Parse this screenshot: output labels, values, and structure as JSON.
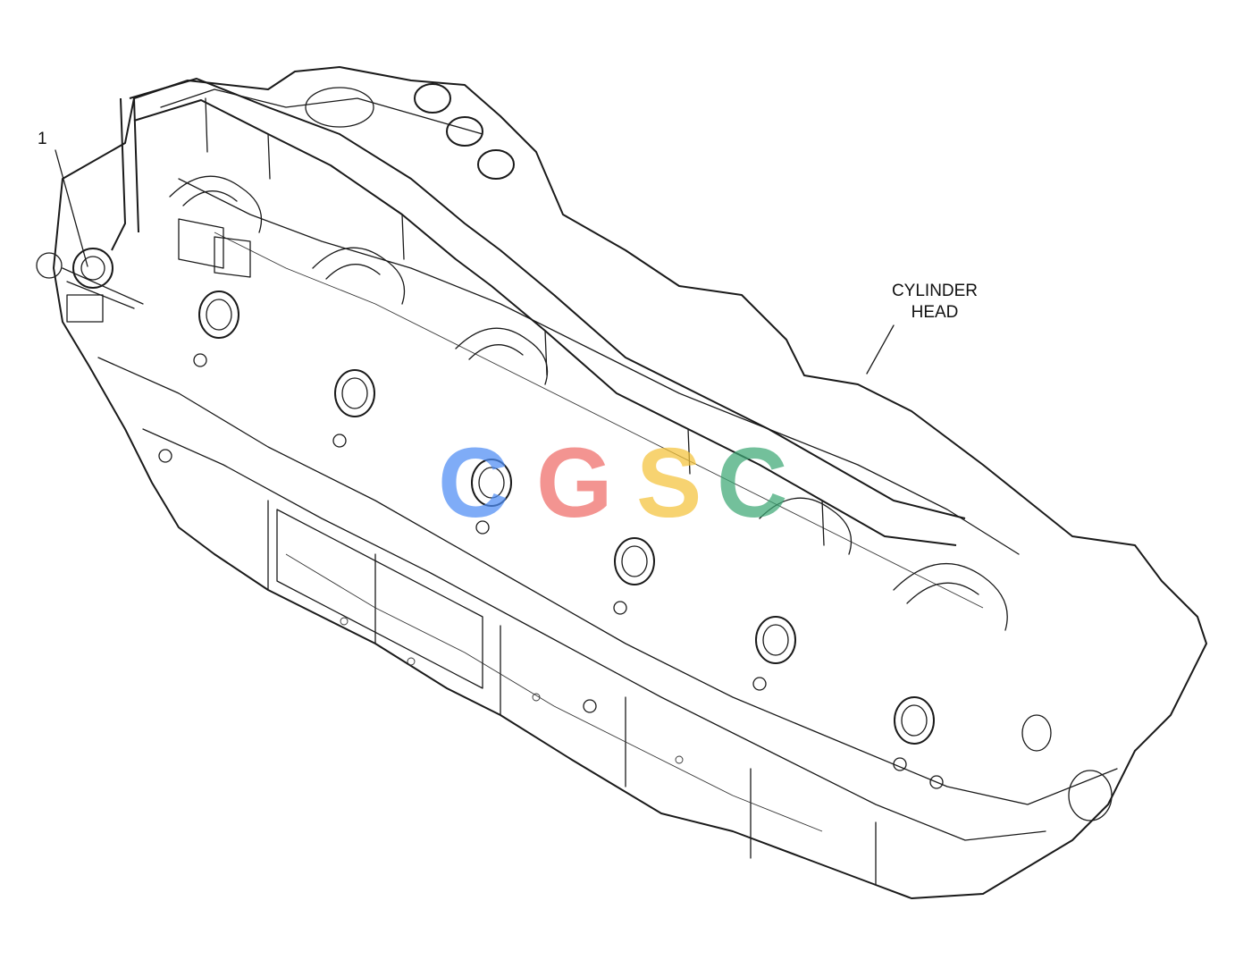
{
  "labels": {
    "callout_1": "1",
    "cylinder_head_line1": "CYLINDER",
    "cylinder_head_line2": "HEAD"
  },
  "watermark": {
    "letters": [
      "C",
      "G",
      "S",
      "C"
    ],
    "colors": [
      "#4e8df5",
      "#ef6b67",
      "#f5c33b",
      "#3ea876"
    ]
  },
  "colors": {
    "line": "#1a1a1a",
    "background": "#ffffff"
  }
}
